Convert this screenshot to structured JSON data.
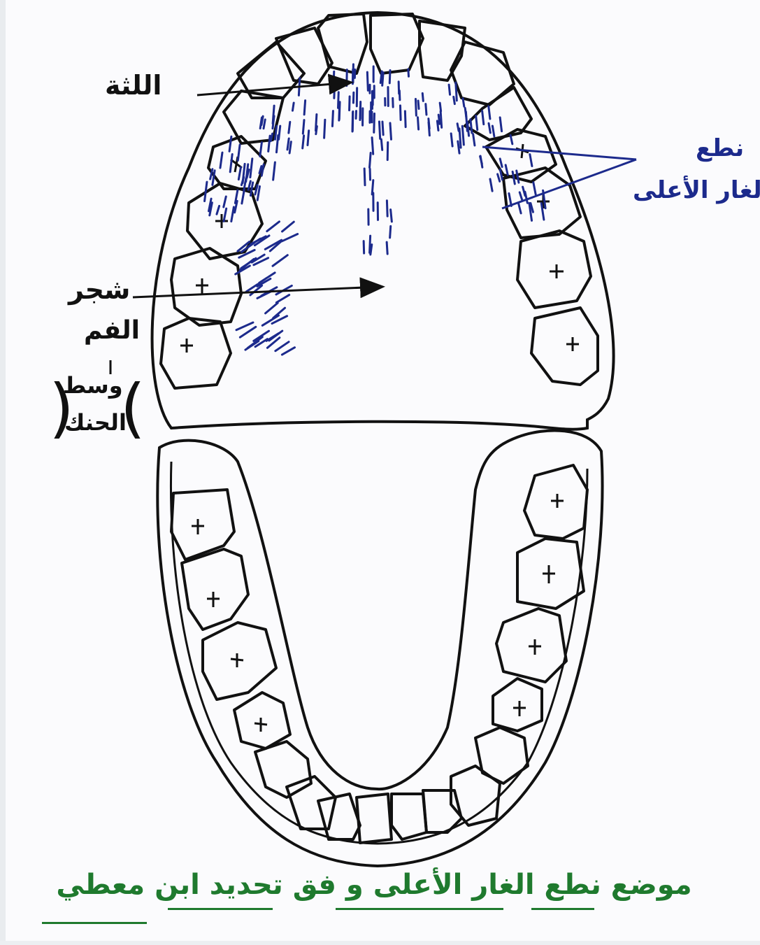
{
  "labels": {
    "gum": "اللثة",
    "upper_palate_line1": "نطع",
    "upper_palate_line2": "الغار الأعلى",
    "cheek_line1": "شجر",
    "cheek_line2": "الفم",
    "middle_palate_line1": "وسط",
    "middle_palate_line2": "الحنك",
    "paren_open": "(",
    "paren_close": ")"
  },
  "caption": "موضع نطع الغار الأعلى و فق تحديد ابن معطي",
  "colors": {
    "outline": "#111111",
    "hatch": "#1c2a8c",
    "caption": "#1f7a2e"
  }
}
